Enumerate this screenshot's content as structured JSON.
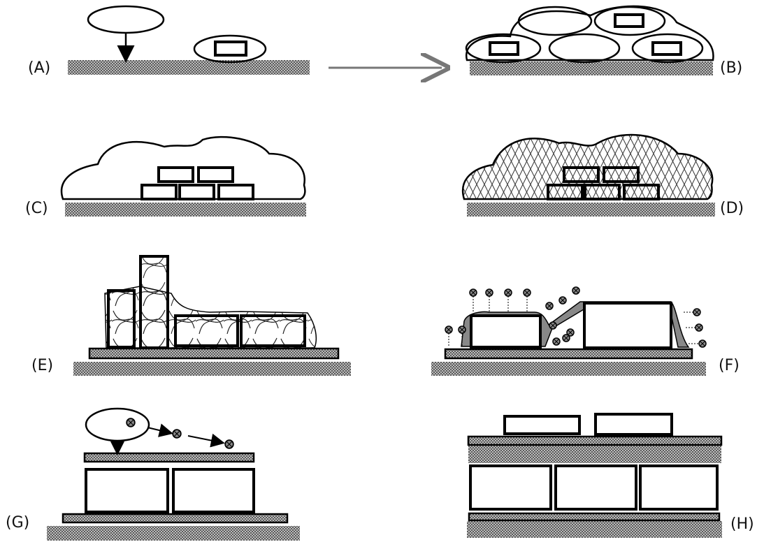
{
  "panels": {
    "a": {
      "label": "(A)"
    },
    "b": {
      "label": "(B)"
    },
    "c": {
      "label": "(C)"
    },
    "d": {
      "label": "(D)"
    },
    "e": {
      "label": "(E)"
    },
    "f": {
      "label": "(F)"
    },
    "g": {
      "label": "(G)"
    },
    "h": {
      "label": "(H)"
    }
  },
  "colors": {
    "ink": "#000000",
    "substrate_hatch": "#7a7a7a",
    "background": "#ffffff"
  }
}
